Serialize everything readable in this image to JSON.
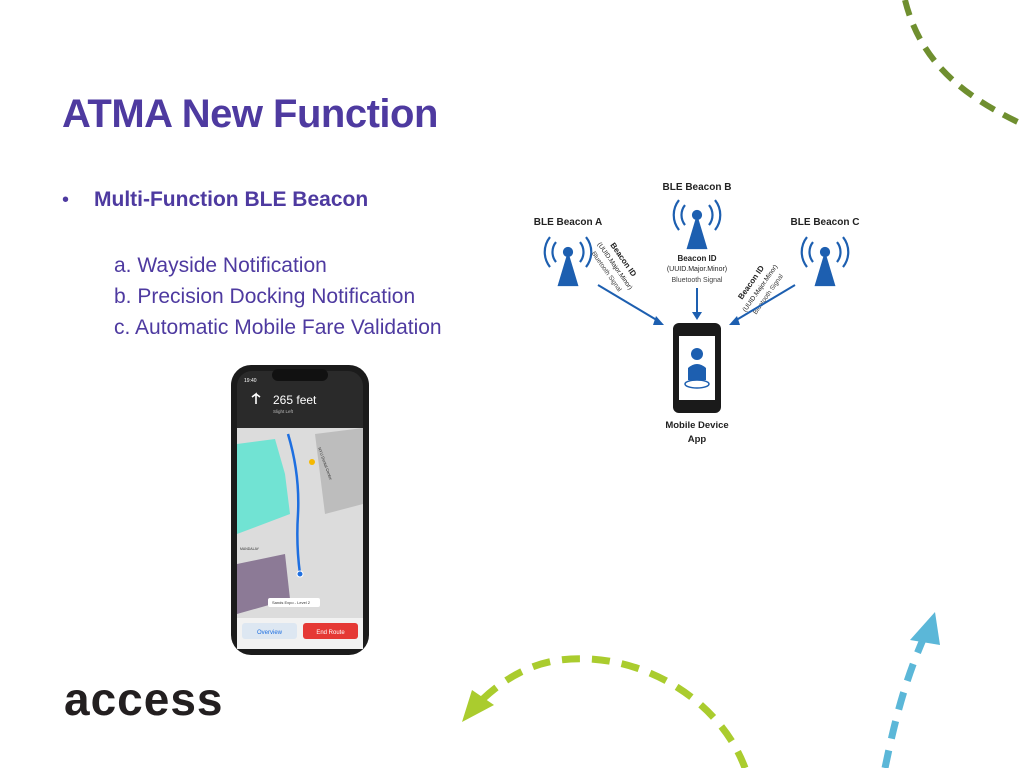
{
  "slide": {
    "title": "ATMA New Function",
    "bullet": {
      "symbol": "•",
      "label": "Multi-Function BLE Beacon"
    },
    "subitems": [
      "a. Wayside Notification",
      "b. Precision Docking Notification",
      "c. Automatic Mobile Fare Validation"
    ],
    "logo_text": "access"
  },
  "phone": {
    "status_time": "19:40",
    "distance": "265 feet",
    "instruction": "Slight Left",
    "map_labels": {
      "place": "NYU Dental Center",
      "level": "Sands Expo - Level 2",
      "side": "MANDALAY"
    },
    "buttons": {
      "overview": "Overview",
      "end_route": "End Route"
    }
  },
  "diagram": {
    "beacon_a": "BLE Beacon A",
    "beacon_b": "BLE Beacon B",
    "beacon_c": "BLE Beacon C",
    "beacon_id": "Beacon ID",
    "uuid": "(UUID.Major.Minor)",
    "signal": "Bluetooth Signal",
    "device_line1": "Mobile Device",
    "device_line2": "App"
  },
  "colors": {
    "title": "#4e3aa0",
    "accent_green": "#7cb342",
    "accent_lime": "#aacc2e",
    "accent_blue": "#5bb7d8",
    "end_route": "#e53935",
    "beacon_blue": "#1d5fb0"
  }
}
